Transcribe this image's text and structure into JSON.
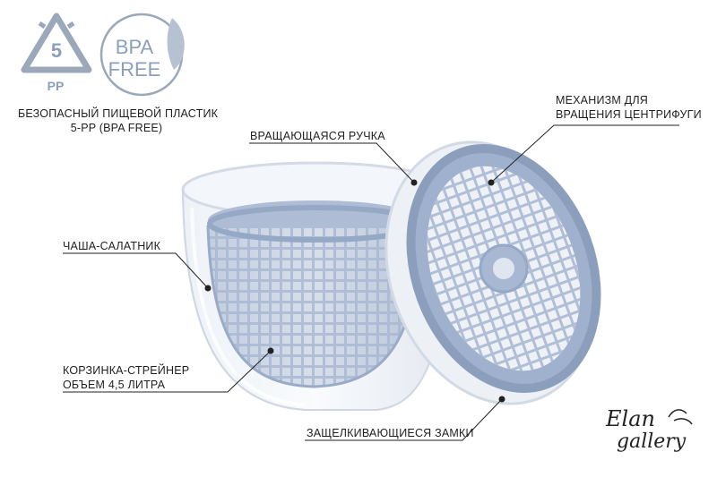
{
  "badges": {
    "recycle_number": "5",
    "recycle_code": "PP",
    "bpa_line1": "BPA",
    "bpa_line2": "FREE"
  },
  "callouts": {
    "material_line1": "БЕЗОПАСНЫЙ ПИЩЕВОЙ ПЛАСТИК",
    "material_line2": "5-PP (BPA FREE)",
    "handle": "ВРАЩАЮЩАЯСЯ РУЧКА",
    "mechanism_line1": "МЕХАНИЗМ ДЛЯ",
    "mechanism_line2": "ВРАЩЕНИЯ ЦЕНТРИФУГИ",
    "bowl": "ЧАША-САЛАТНИК",
    "basket_line1": "КОРЗИНКА-СТРЕЙНЕР",
    "basket_line2": "ОБЪЕМ 4,5 ЛИТРА",
    "locks": "ЗАЩЕЛКИВАЮЩИЕСЯ ЗАМКИ"
  },
  "brand": {
    "line1": "Elan",
    "line2": "gallery"
  },
  "colors": {
    "accent_blue": "#8b9fbd",
    "basket_blue": "#a9b8d2",
    "clear_plastic": "#e6ebf2",
    "badge_gray": "#9aa8ba"
  }
}
